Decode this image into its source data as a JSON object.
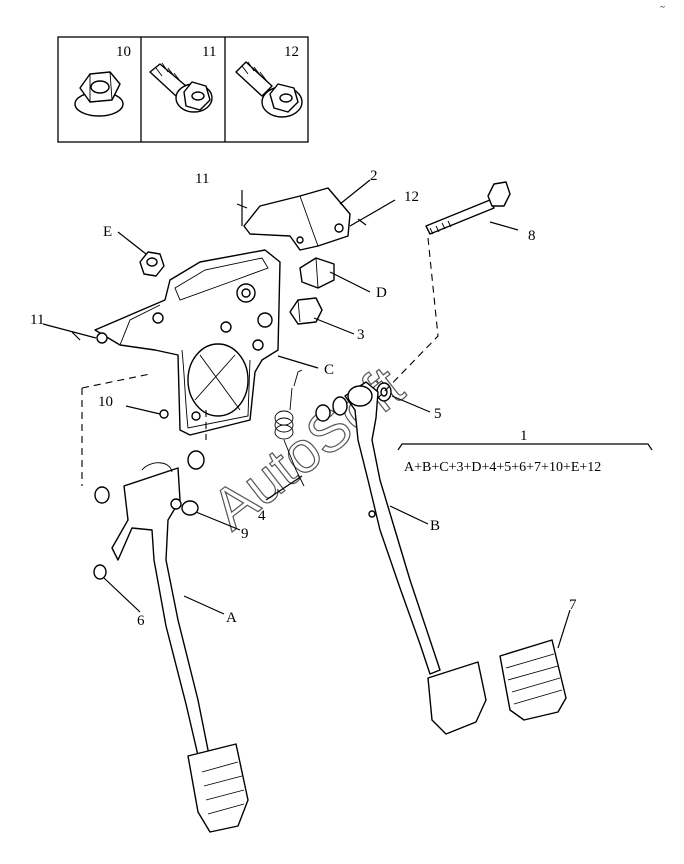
{
  "legend": {
    "cells": [
      {
        "number": "10",
        "icon": "flange-nut-icon"
      },
      {
        "number": "11",
        "icon": "short-bolt-icon"
      },
      {
        "number": "12",
        "icon": "washer-bolt-icon"
      }
    ]
  },
  "callouts": {
    "n1": "1",
    "n2": "2",
    "n3": "3",
    "n4": "4",
    "n5": "5",
    "n6": "6",
    "n7": "7",
    "n8": "8",
    "n9": "9",
    "n10": "10",
    "n11a": "11",
    "n11b": "11",
    "n12": "12",
    "A": "A",
    "B": "B",
    "C": "C",
    "D": "D",
    "E": "E"
  },
  "assembly_formula": "A+B+C+3+D+4+5+6+7+10+E+12",
  "watermark": "AutoSoft",
  "corner_mark": "~"
}
